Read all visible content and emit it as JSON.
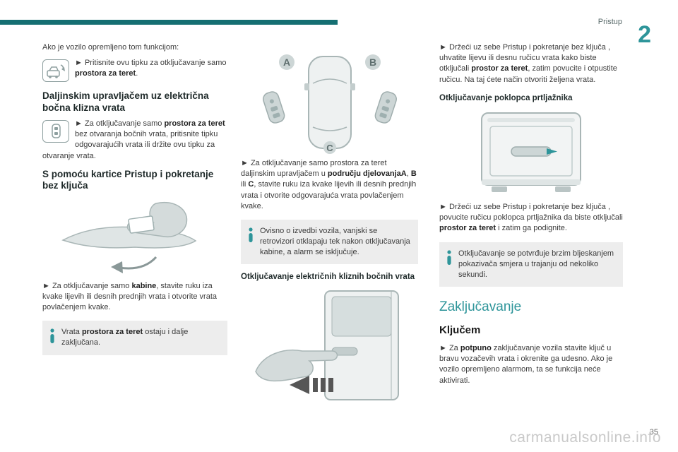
{
  "colors": {
    "accent": "#2e959a",
    "bar": "#156f72",
    "note_bg": "#ededed",
    "illustration": "#d4dbdb"
  },
  "header": {
    "section_label": "Pristup",
    "chapter_number": "2"
  },
  "footer": {
    "watermark": "carmanualsonline.info",
    "page_number": "35"
  },
  "col1": {
    "intro": "Ako je vozilo opremljeno tom funkcijom:",
    "p1": [
      {
        "t": "► Pritisnite ovu tipku za otključavanje samo "
      },
      {
        "t": "prostora za teret",
        "b": true
      },
      {
        "t": "."
      }
    ],
    "h1": "Daljinskim upravljačem uz električna bočna klizna vrata",
    "p2": [
      {
        "t": "► Za otključavanje samo "
      },
      {
        "t": "prostora za teret",
        "b": true
      },
      {
        "t": " bez otvaranja bočnih vrata, pritisnite tipku odgovarajućih vrata ili držite ovu tipku za otvaranje vrata."
      }
    ],
    "h2": "S pomoću kartice Pristup i pokretanje bez ključa",
    "p3": [
      {
        "t": "► Za otključavanje samo "
      },
      {
        "t": "kabine",
        "b": true
      },
      {
        "t": ", stavite ruku iza kvake lijevih ili desnih prednjih vrata i otvorite vrata povlačenjem kvake."
      }
    ],
    "note1": [
      {
        "t": "Vrata "
      },
      {
        "t": "prostora za teret",
        "b": true
      },
      {
        "t": " ostaju i dalje zaključana."
      }
    ],
    "icons": {
      "cargo_unlock_button": "cargo-unlock-button-icon",
      "remote_doors_button": "remote-doors-button-icon"
    }
  },
  "col2": {
    "zone_a": "A",
    "zone_b": "B",
    "zone_c": "C",
    "p1": [
      {
        "t": "► Za otključavanje samo prostora za teret daljinskim upravljačem u "
      },
      {
        "t": "području djelovanjaA",
        "b": true
      },
      {
        "t": ", "
      },
      {
        "t": "B",
        "b": true
      },
      {
        "t": " ili "
      },
      {
        "t": "C",
        "b": true
      },
      {
        "t": ", stavite ruku iza kvake lijevih ili desnih prednjih vrata i otvorite odgovarajuća vrata povlačenjem kvake."
      }
    ],
    "note1": "Ovisno o izvedbi vozila, vanjski se retrovizori otklapaju tek nakon otključavanja kabine, a alarm se isključuje.",
    "h1": "Otključavanje električnih kliznih bočnih vrata"
  },
  "col3": {
    "p1": [
      {
        "t": "► Držeći uz sebe Pristup i pokretanje bez ključa , uhvatite lijevu ili desnu ručicu vrata kako biste otključali "
      },
      {
        "t": "prostor za teret",
        "b": true
      },
      {
        "t": ", zatim povucite i otpustite ručicu. Na taj ćete način otvoriti željena vrata."
      }
    ],
    "h1": "Otključavanje poklopca prtljažnika",
    "p2": [
      {
        "t": "► Držeći uz sebe Pristup i pokretanje bez ključa , povucite ručicu poklopca prtljažnika da biste otključali "
      },
      {
        "t": "prostor za teret",
        "b": true
      },
      {
        "t": " i zatim ga podignite."
      }
    ],
    "note1": "Otključavanje se potvrđuje brzim bljeskanjem pokazivača smjera u trajanju od nekoliko sekundi.",
    "h2": "Zaključavanje",
    "h3": "Ključem",
    "p3": [
      {
        "t": "► Za "
      },
      {
        "t": "potpuno",
        "b": true
      },
      {
        "t": " zaključavanje vozila stavite ključ u bravu vozačevih vrata i okrenite ga udesno. Ako je vozilo opremljeno alarmom, ta se funkcija neće aktivirati."
      }
    ]
  }
}
